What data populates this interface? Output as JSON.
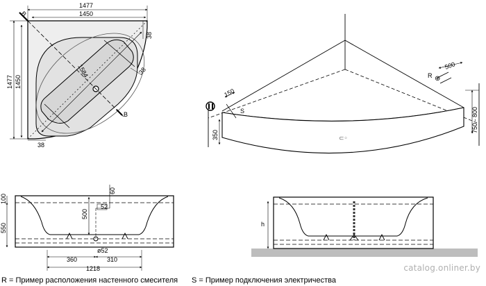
{
  "top_view": {
    "dims": {
      "width_outer": "1477",
      "width_inner": "1450",
      "height_outer": "1477",
      "height_inner": "1450",
      "diagonal": "1584",
      "margin_top": "38",
      "margin_right": "38",
      "margin_bottom": "38",
      "label_b_top": "B",
      "label_b_bottom": "B"
    }
  },
  "iso_view": {
    "dims": {
      "s_offset": "150",
      "s_label": "S",
      "skirt_height": "350",
      "r_offset": "500",
      "r_label": "R",
      "install_height": "750 - 800"
    }
  },
  "front_view": {
    "dims": {
      "rim": "100",
      "height": "550",
      "depth": "500",
      "drain_top": "60",
      "drain_offset": "52",
      "drain_diameter": "ø52",
      "drain_x1": "360",
      "drain_x2": "310",
      "total_width": "1218"
    }
  },
  "side_view": {
    "dims": {
      "h_label": "h"
    }
  },
  "legend": {
    "r_text": "R = Пример расположения настенного смесителя",
    "s_text": "S = Пример подключения электричества"
  },
  "watermark": "catalog.onliner.by"
}
